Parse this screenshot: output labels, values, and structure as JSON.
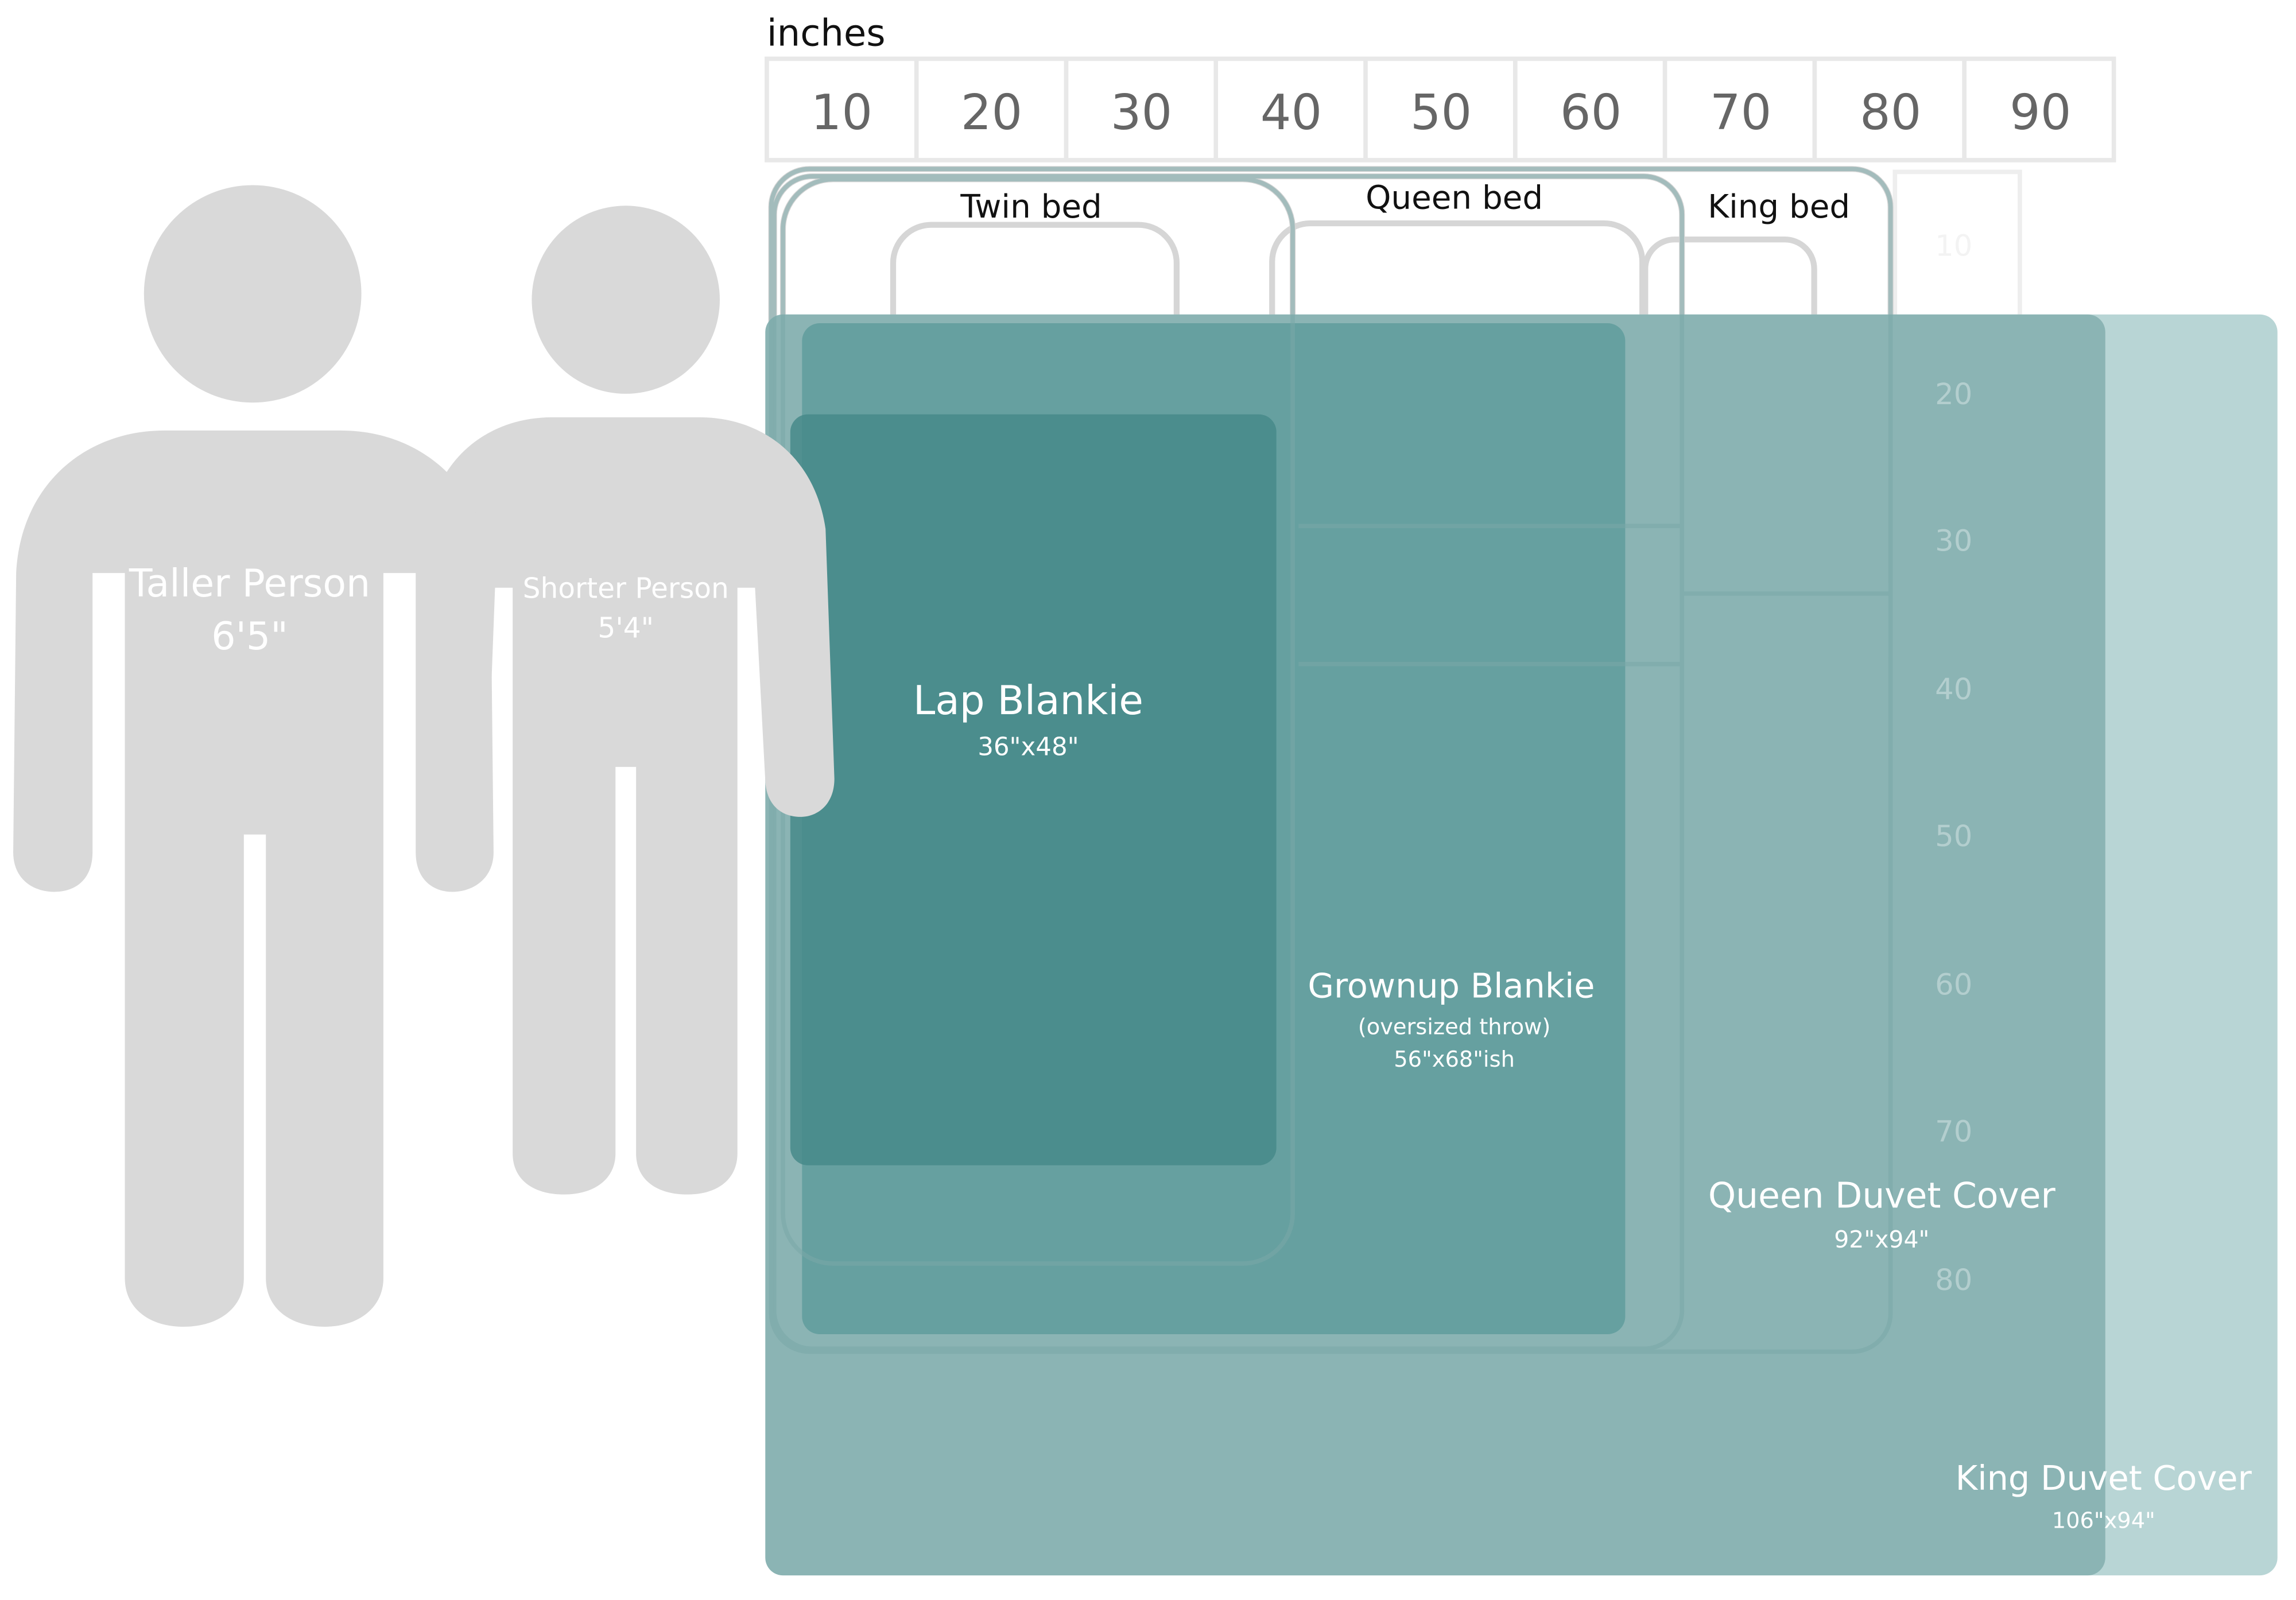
{
  "units_label": "inches",
  "top_ruler": [
    "10",
    "20",
    "30",
    "40",
    "50",
    "60",
    "70",
    "80",
    "90"
  ],
  "side_ruler": [
    "10",
    "20",
    "30",
    "40",
    "50",
    "60",
    "70",
    "80"
  ],
  "beds": {
    "twin": "Twin bed",
    "queen": "Queen bed",
    "king": "King bed"
  },
  "people": [
    {
      "name": "Taller Person",
      "height": "6'5\"",
      "inches": 77
    },
    {
      "name": "Shorter Person",
      "height": "5'4\"",
      "inches": 64
    }
  ],
  "blankets": {
    "lap": {
      "name": "Lap Blankie",
      "size": "36\"x48\"",
      "width_in": 36,
      "length_in": 48
    },
    "grownup": {
      "name": "Grownup Blankie",
      "note": "(oversized throw)",
      "size": "56\"x68\"ish",
      "width_in": 56,
      "length_in": 68
    },
    "queen_duvet": {
      "name": "Queen Duvet Cover",
      "size": "92\"x94\"",
      "width_in": 92,
      "length_in": 94
    },
    "king_duvet": {
      "name": "King Duvet Cover",
      "size": "106\"x94\"",
      "width_in": 106,
      "length_in": 94
    }
  },
  "colors": {
    "person": "#d9d9d9",
    "outline": "#e8e8e8",
    "bed_outline": "#d0d0d0",
    "king_duvet": "#b8d5d5",
    "queen_duvet": "#87b1b1",
    "grownup": "#5f9c9c",
    "lap": "#478a8a",
    "label_light": "#ffffff",
    "label_dark": "#111111",
    "ruler_text": "#666666"
  }
}
